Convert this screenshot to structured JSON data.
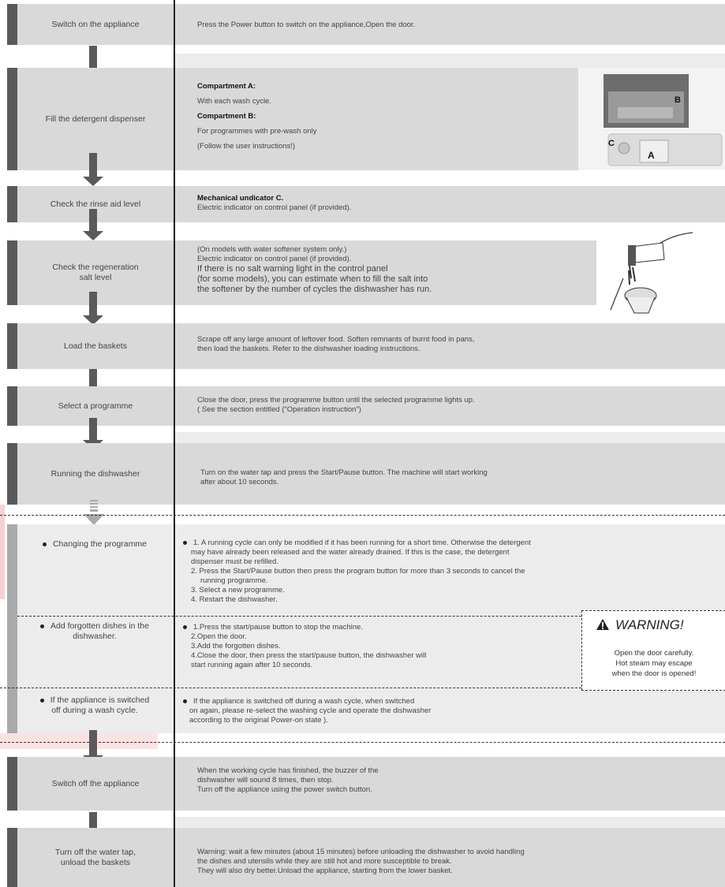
{
  "steps": {
    "s1": {
      "label": "Switch on the appliance",
      "desc": [
        "Press the Power button to switch on the appliance,Open the door."
      ]
    },
    "s2": {
      "label": "Fill the detergent dispenser",
      "compA": "Compartment      A:",
      "compA_text": "With each wash cycle.",
      "compB": "Compartment      B:",
      "compB_text": "For programmes with pre-wash only",
      "note": "(Follow the user instructions!)",
      "image_labels": {
        "b": "B",
        "c": "C",
        "a": "A"
      }
    },
    "s3": {
      "label": "Check the rinse aid level",
      "title": "Mechanical undicator C.",
      "desc": "Electric indicator on control panel (if provided)."
    },
    "s4": {
      "label": "Check the regeneration salt level",
      "line1": "(On models with water softener system only.)",
      "line2": "Electric indicator on control panel (if provided).",
      "line3": "If there is no salt warning light in the control panel",
      "line4": "(for some models), you can estimate when to fill the salt into",
      "line5": "the softener by the number of cycles the dishwasher has run."
    },
    "s5": {
      "label": "Load the baskets",
      "line1": "Scrape off any large amount of leftover food. Soften remnants of burnt food in pans,",
      "line2": "then load the baskets. Refer to the dishwasher loading instructions."
    },
    "s6": {
      "label": "Select a programme",
      "line1": "Close the door, press the programme button until  the selected programme lights up.",
      "line2": "( See the  section entitled (\"Operation instruction\")"
    },
    "s7": {
      "label": "Running the dishwasher",
      "line1": "Turn on the water tap and  press the Start/Pause button. The machine will start working",
      "line2": "after about 10 seconds."
    },
    "s8": {
      "label": "Switch off the appliance",
      "line1": "When the working cycle has finished, the buzzer of  the",
      "line2": "dishwasher will sound 8 times, then stop.",
      "line3": "Turn off the appliance using the power switch button."
    },
    "s9": {
      "label1": "Turn off the water tap,",
      "label2": "unload the baskets",
      "line1": "Warning: wait a few minutes (about 15 minutes) before unloading the dishwasher to avoid handling",
      "line2": "the dishes and utensils while they are still hot and more susceptible to break.",
      "line3": "They will also dry better.Unload the appliance, starting from the lower basket."
    }
  },
  "special": {
    "change": {
      "label": "Changing the programme",
      "l1": "1. A running cycle can only be modified if it has been running for a short time. Otherwise the detergent",
      "l2": "may have already been released and the water already drained. If this is the case, the detergent",
      "l3": "dispenser must be refilled.",
      "l4": "2. Press the Start/Pause button then press the program button for more than 3 seconds to cancel the",
      "l5": "running programme.",
      "l6": "3. Select a new programme.",
      "l7": "4. Restart the dishwasher."
    },
    "forgot": {
      "label1": "Add forgotten dishes in the",
      "label2": "dishwasher.",
      "l1": "1.Press the start/pause button to stop the machine.",
      "l2": "2.Open the door.",
      "l3": "3.Add the forgotten dishes.",
      "l4": "4.Close the door, then press the  start/pause button, the dishwasher will",
      "l5": "start running again  after  10  seconds."
    },
    "off": {
      "label1": "If the appliance is switched",
      "label2": "off during a wash cycle.",
      "l1": "If the appliance is switched off during a wash cycle, when switched",
      "l2": "on again, please re-select the washing cycle and operate the dishwasher",
      "l3": "according to the original Power-on state )."
    }
  },
  "warning": {
    "title": "WARNING!",
    "l1": "Open the door carefully.",
    "l2": "Hot steam may escape",
    "l3": "when the door is opened!"
  },
  "colors": {
    "band": "#d9d9d9",
    "bar": "#5a5a5a",
    "line": "#222222"
  }
}
